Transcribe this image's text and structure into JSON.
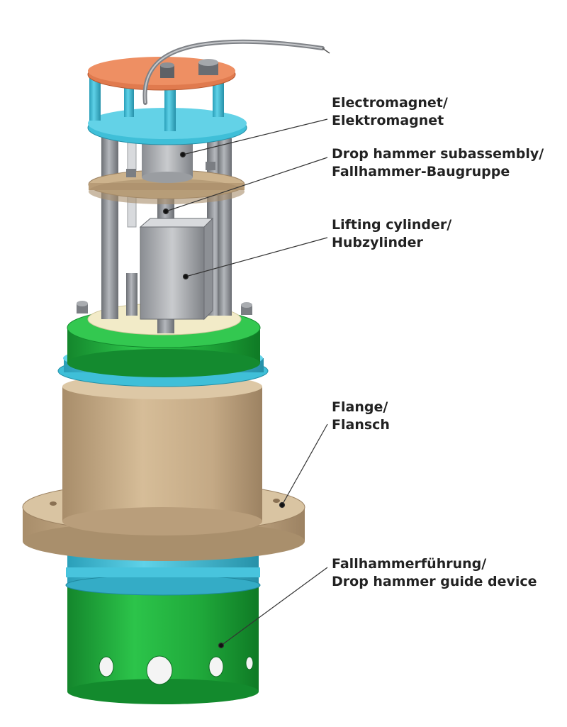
{
  "labels": {
    "electromagnet": {
      "line1": "Electromagnet/",
      "line2": "Elektromagnet"
    },
    "drop_hammer_subassembly": {
      "line1": "Drop hammer subassembly/",
      "line2": "Fallhammer-Baugruppe"
    },
    "lifting_cylinder": {
      "line1": "Lifting cylinder/",
      "line2": "Hubzylinder"
    },
    "flange": {
      "line1": "Flange/",
      "line2": "Flansch"
    },
    "guide_device": {
      "line1": "Fallhammerführung/",
      "line2": "Drop hammer guide device"
    }
  },
  "colors": {
    "top_plate": "#E07A4E",
    "cyan_parts": "#3FBFD8",
    "rods": "#8C8F94",
    "tan_parts": "#C9AE88",
    "green_parts": "#1FA83A",
    "cream_ring": "#F2EBC8",
    "leader_lines": "#333333",
    "label_text": "#222222"
  }
}
